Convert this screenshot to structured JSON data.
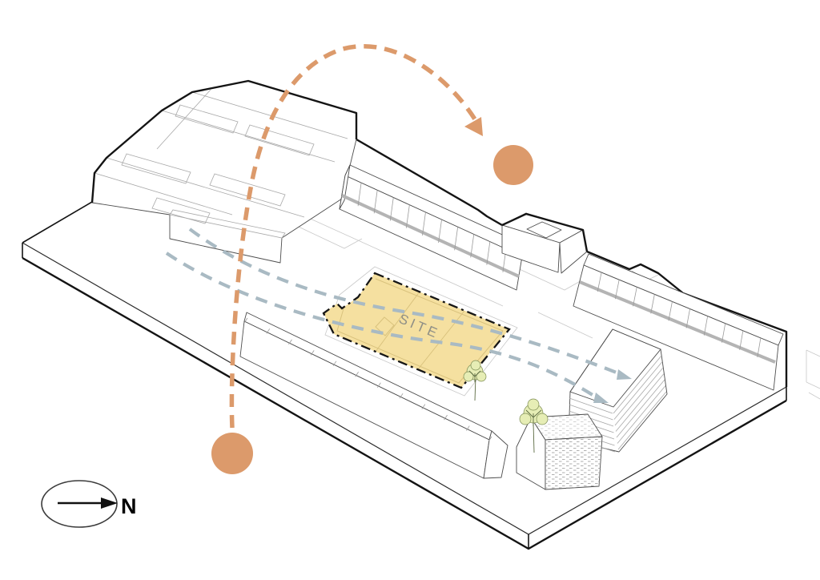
{
  "diagram": {
    "type": "architectural-axonometric-site-analysis",
    "labels": {
      "site": "SITE",
      "north": "N"
    },
    "site": {
      "fill_color": "#F5E0A0",
      "border_style": "dash-dot",
      "label_color": "#8F8F86"
    },
    "flows": {
      "circulation_arc": {
        "color": "#DC9A6B",
        "style": "dashed",
        "node_markers": 2,
        "arrowheads": 1
      },
      "view_axes": {
        "color": "#A9BAC3",
        "style": "dashed",
        "arrowheads": 2
      }
    },
    "compass": {
      "label": "N",
      "shape": "ellipse-with-east-arrow"
    },
    "colors": {
      "outline": "#141414",
      "orange": "#DC9A6B",
      "blue_gray": "#A9BAC3",
      "site_yellow": "#F5E0A0",
      "tree_green": "#E6EDB5"
    }
  }
}
